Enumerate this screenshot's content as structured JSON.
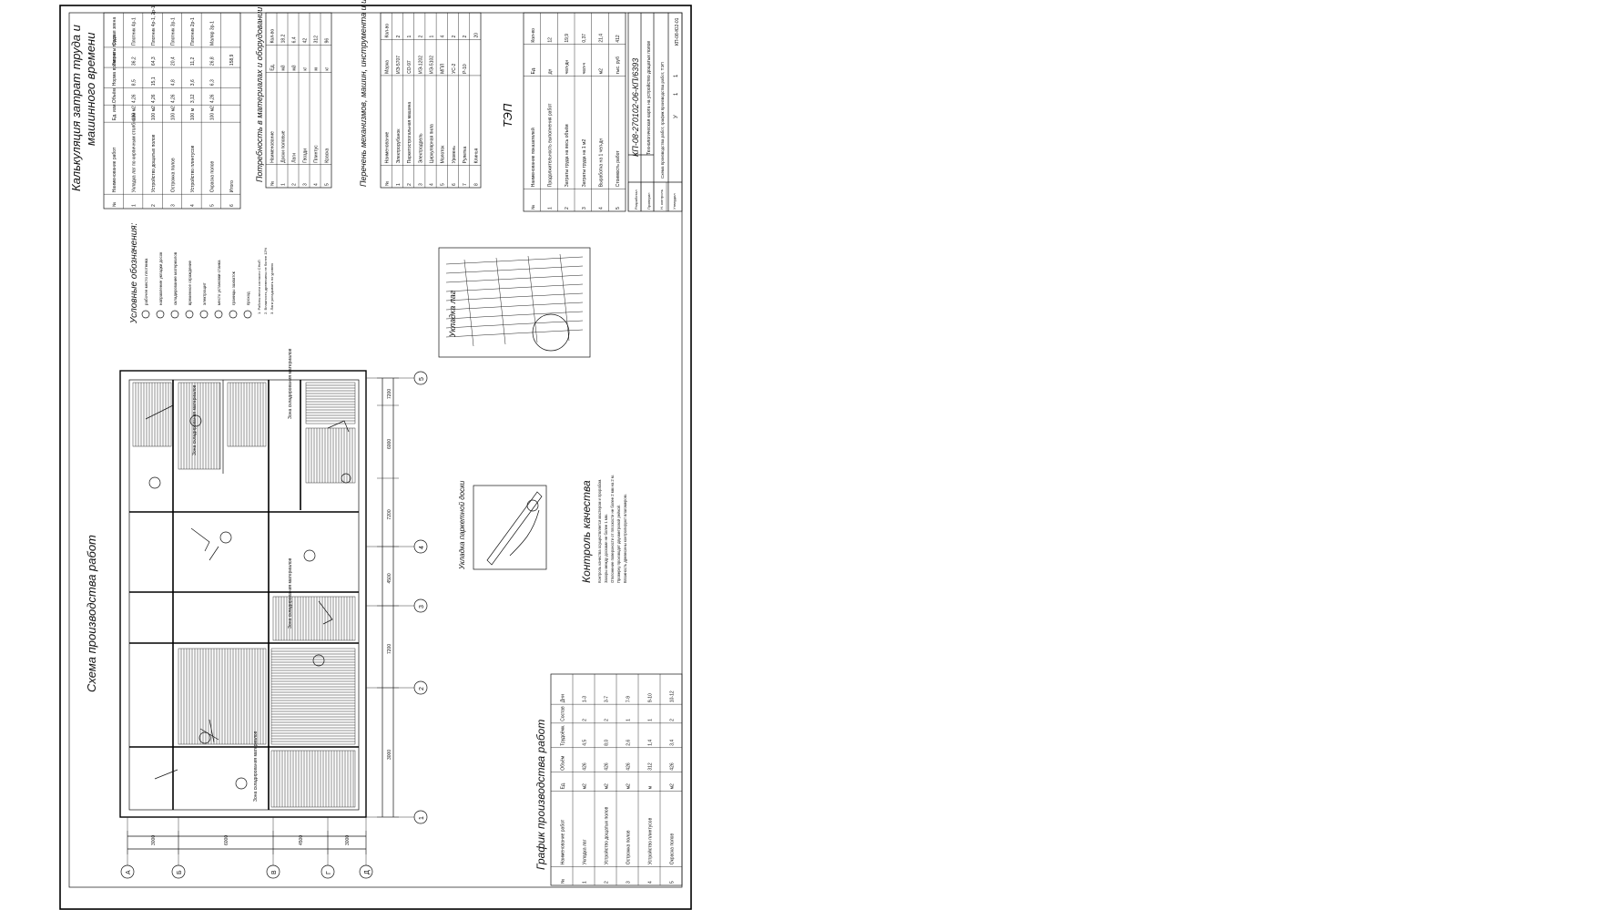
{
  "drawing": {
    "title_block": {
      "code": "КП-08-270102-06-КП/6393",
      "sheet_title": "Технологическая карта на устройство дощатых полов",
      "sheet_subtitle": "Схема производства работ, график производства работ, ТЭП",
      "stage": "У",
      "sheet_no": "1",
      "sheets": "1",
      "group": "КП-08-Ю2-01",
      "roles": [
        "Разработал",
        "Проверил",
        "Н. контроль",
        "Утвердил"
      ]
    },
    "sections": {
      "labor_costs_title_1": "Калькуляция затрат труда и",
      "labor_costs_title_2": "машинного времени",
      "legend_title": "Условные обозначения:",
      "resources_title": "Потребность в материалах и оборудовании",
      "machines_title": "Перечень механизмов, машин, инструмента и инвентаря",
      "tep_title": "ТЭП",
      "detail_title": "Укладка лаг",
      "detail2_title": "Укладка паркетной доски",
      "quality_title": "Контроль качества",
      "plan_title": "Схема производства работ",
      "schedule_title": "График производства работ"
    },
    "axes": {
      "letters": [
        "А",
        "Б",
        "В",
        "Г",
        "Д"
      ],
      "numbers": [
        "1",
        "2",
        "3",
        "4",
        "5"
      ],
      "dims_bottom": [
        "3000",
        "6000",
        "4500",
        "3000"
      ],
      "dims_right": [
        "7200",
        "6000",
        "7200",
        "4500",
        "7200",
        "3000"
      ]
    },
    "rooms": [
      "Зона складирования материалов",
      "Зона складирования материалов",
      "Зона складирования материалов",
      "Зона складирования материалов"
    ],
    "legend_items": [
      "рабочее место плотника",
      "направление укладки досок",
      "складирование материалов",
      "временное ограждение",
      "электрощит",
      "место установки станка",
      "границы захваток",
      "проход"
    ],
    "notes": [
      "1. Работы вести согласно СНиП",
      "2. Влажность древесины не более 12%",
      "3. Лаги укладывать по уровню"
    ],
    "labor_table": {
      "headers": [
        "№",
        "Наименование работ",
        "Ед. изм.",
        "Объём",
        "Норма времени",
        "Затраты труда",
        "Состав звена"
      ],
      "rows": [
        [
          "1",
          "Укладка лаг по кирпичным столбикам",
          "100 м2",
          "4,26",
          "8,5",
          "36,2",
          "Плотник 4р-1"
        ],
        [
          "2",
          "Устройство дощатых полов",
          "100 м2",
          "4,26",
          "15,1",
          "64,3",
          "Плотник 4р-1, 2р-1"
        ],
        [
          "3",
          "Острожка полов",
          "100 м2",
          "4,26",
          "4,8",
          "20,4",
          "Плотник 3р-1"
        ],
        [
          "4",
          "Устройство плинтусов",
          "100 м",
          "3,12",
          "3,6",
          "11,2",
          "Плотник 2р-1"
        ],
        [
          "5",
          "Окраска полов",
          "100 м2",
          "4,26",
          "6,3",
          "26,8",
          "Маляр 3р-1"
        ],
        [
          "6",
          "Итого",
          "",
          "",
          "",
          "158,9",
          ""
        ]
      ]
    },
    "resources_table": {
      "headers": [
        "№",
        "Наименование",
        "Ед.",
        "Кол-во"
      ],
      "rows": [
        [
          "1",
          "Доски половые",
          "м3",
          "18,2"
        ],
        [
          "2",
          "Лаги",
          "м3",
          "6,4"
        ],
        [
          "3",
          "Гвозди",
          "кг",
          "42"
        ],
        [
          "4",
          "Плинтус",
          "м",
          "312"
        ],
        [
          "5",
          "Краска",
          "кг",
          "96"
        ]
      ]
    },
    "machines_table": {
      "headers": [
        "№",
        "Наименование",
        "Марка",
        "Кол-во"
      ],
      "rows": [
        [
          "1",
          "Электрорубанок",
          "ИЭ-5707",
          "2"
        ],
        [
          "2",
          "Паркетострогальная машина",
          "СО-97",
          "1"
        ],
        [
          "3",
          "Электродрель",
          "ИЭ-1202",
          "2"
        ],
        [
          "4",
          "Циркулярная пила",
          "ИЭ-5102",
          "1"
        ],
        [
          "5",
          "Молоток",
          "МПЛ",
          "4"
        ],
        [
          "6",
          "Уровень",
          "УС-2",
          "2"
        ],
        [
          "7",
          "Рулетка",
          "Р-10",
          "2"
        ],
        [
          "8",
          "Клинья",
          "",
          "20"
        ]
      ]
    },
    "tep_table": {
      "headers": [
        "№",
        "Наименование показателей",
        "Ед.",
        "Кол-во"
      ],
      "rows": [
        [
          "1",
          "Продолжительность выполнения работ",
          "дн",
          "12"
        ],
        [
          "2",
          "Затраты труда на весь объём",
          "чел-дн",
          "19,9"
        ],
        [
          "3",
          "Затраты труда на 1 м2",
          "чел-ч",
          "0,37"
        ],
        [
          "4",
          "Выработка на 1 чел-дн",
          "м2",
          "21,4"
        ],
        [
          "5",
          "Стоимость работ",
          "тыс. руб",
          "412"
        ]
      ]
    },
    "schedule_table": {
      "headers": [
        "№",
        "Наименование работ",
        "Ед.",
        "Объём",
        "Трудоёмк.",
        "Состав",
        "Дни"
      ],
      "rows": [
        [
          "1",
          "Укладка лаг",
          "м2",
          "426",
          "4,5",
          "2",
          "1-3"
        ],
        [
          "2",
          "Устройство дощатых полов",
          "м2",
          "426",
          "8,0",
          "2",
          "3-7"
        ],
        [
          "3",
          "Острожка полов",
          "м2",
          "426",
          "2,6",
          "1",
          "7-9"
        ],
        [
          "4",
          "Устройство плинтусов",
          "м",
          "312",
          "1,4",
          "1",
          "9-10"
        ],
        [
          "5",
          "Окраска полов",
          "м2",
          "426",
          "3,4",
          "2",
          "10-12"
        ]
      ]
    },
    "quality_text": [
      "Контроль качества осуществляется мастером и прорабом.",
      "Зазоры между досками не более 1 мм.",
      "Отклонение поверхности от плоскости не более 2 мм на 2 м.",
      "Проверку производят двухметровой рейкой.",
      "Влажность древесины контролируют влагомером."
    ]
  }
}
